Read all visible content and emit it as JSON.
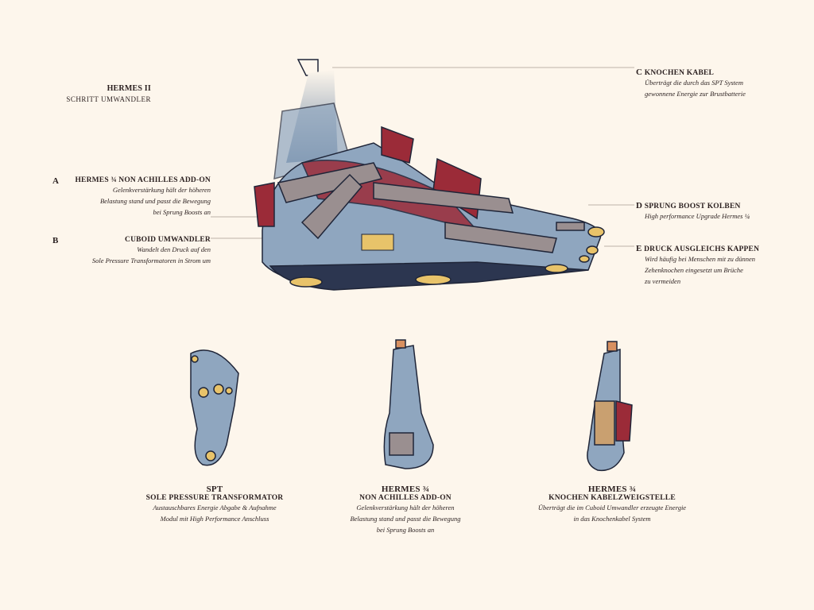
{
  "title": {
    "name": "HERMES II",
    "subtitle": "SCHRITT UMWANDLER"
  },
  "callouts": [
    {
      "letter": "A",
      "heading": "HERMES ¾ NON ACHILLES ADD-ON",
      "lines": [
        "Gelenkverstärkung hält der höheren",
        "Belastung stand und  passt die Bewegung",
        "bei Sprung Boosts an"
      ]
    },
    {
      "letter": "B",
      "heading": "CUBOID UMWANDLER",
      "lines": [
        "Wandelt den Druck auf den",
        "Sole Pressure Transformatoren in Strom um"
      ]
    },
    {
      "letter": "C",
      "heading": "KNOCHEN KABEL",
      "lines": [
        "Überträgt die durch das SPT System",
        "gewonnene  Energie zur Brustbatterie"
      ]
    },
    {
      "letter": "D",
      "heading": "SPRUNG BOOST KOLBEN",
      "lines": [
        "High performance Upgrade Hermes ¼"
      ]
    },
    {
      "letter": "E",
      "heading": "DRUCK AUSGLEICHS KAPPEN",
      "lines": [
        "Wird häufig bei Menschen mit zu dünnen",
        "Zehenknochen eingesetzt um Brüche",
        "zu vermeiden"
      ]
    }
  ],
  "views": [
    {
      "title": "SPT",
      "subtitle": "SOLE PRESSURE TRANSFORMATOR",
      "lines": [
        "Austauschbares Energie Abgabe & Aufnahme",
        "Modul mit High Performance Anschluss"
      ]
    },
    {
      "title": "HERMES ¾",
      "subtitle": "NON ACHILLES ADD-ON",
      "lines": [
        "Gelenkverstärkung hält der höheren",
        "Belastung stand und  passt die Bewegung",
        "bei Sprung Boosts an"
      ]
    },
    {
      "title": "HERMES ¾",
      "subtitle": "KNOCHEN KABELZWEIGSTELLE",
      "lines": [
        "Überträgt die im Cuboid Umwandler erzeugte Energie",
        "in das Knochenkabel System"
      ]
    }
  ],
  "colors": {
    "background": "#fdf6ec",
    "metal_blue": "#8fa6bf",
    "muscle_red": "#9b2b38",
    "plate_grey": "#9a8f90",
    "pad_yellow": "#e8c36a",
    "dark_navy": "#2c3650"
  }
}
